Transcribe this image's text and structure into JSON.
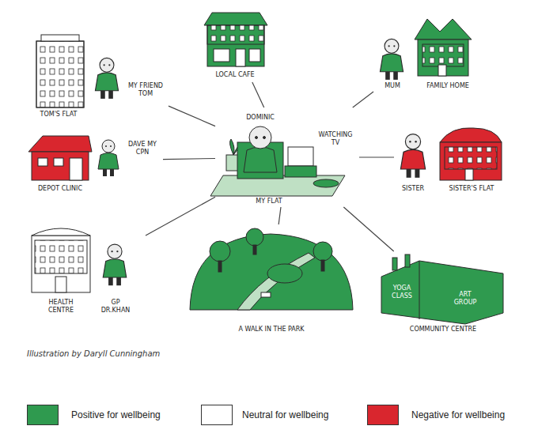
{
  "diagram": {
    "nodes": [
      {
        "text": [
          "DOMINIC",
          "WATCHING TV",
          "MY FLAT"
        ]
      },
      {
        "text": [
          "LOCAL CAFE"
        ]
      },
      {
        "text": [
          "MY FRIEND TOM",
          "TOM'S FLAT"
        ]
      },
      {
        "text": [
          "MUM",
          "FAMILY HOME"
        ]
      },
      {
        "text": [
          "DAVE MY CPN",
          "DEPOT CLINIC"
        ]
      },
      {
        "text": [
          "SISTER",
          "SISTER'S FLAT"
        ]
      },
      {
        "text": [
          "HEALTH CENTRE",
          "GP DR.KHAN"
        ]
      },
      {
        "text": [
          "A WALK IN THE PARK"
        ]
      },
      {
        "text": [
          "YOGA CLASS",
          "ART GROUP",
          "COMMUNITY CENTRE"
        ]
      }
    ],
    "edges": [
      {
        "from": 0,
        "to": 1,
        "arrow": "none"
      },
      {
        "from": 0,
        "to": 2,
        "arrow": "none"
      },
      {
        "from": 0,
        "to": 3,
        "arrow": "none"
      },
      {
        "from": 0,
        "to": 4,
        "arrow": "none"
      },
      {
        "from": 0,
        "to": 5,
        "arrow": "none"
      },
      {
        "from": 0,
        "to": 6,
        "arrow": "none"
      },
      {
        "from": 0,
        "to": 7,
        "arrow": "none"
      },
      {
        "from": 0,
        "to": 8,
        "arrow": "none"
      }
    ],
    "labels": [
      "Illustration by Daryll Cunningham"
    ],
    "legend": [
      {
        "text": "Positive for wellbeing",
        "color": "#2f9a4f"
      },
      {
        "text": "Neutral for wellbeing",
        "color": "#ffffff"
      },
      {
        "text": "Negative for wellbeing",
        "color": "#d9262e"
      }
    ]
  }
}
